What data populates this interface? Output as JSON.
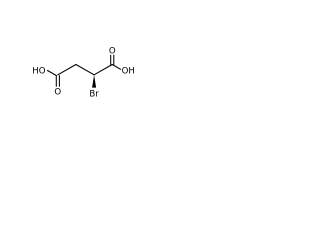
{
  "molecule": {
    "atoms": {
      "hydroxyl_left": "HO",
      "carbonyl_oxygen_left": "O",
      "carbonyl_oxygen_right": "O",
      "hydroxyl_right": "OH",
      "bromine": "Br"
    },
    "colors": {
      "bond": "#000000",
      "label": "#000000",
      "background": "#ffffff"
    }
  }
}
